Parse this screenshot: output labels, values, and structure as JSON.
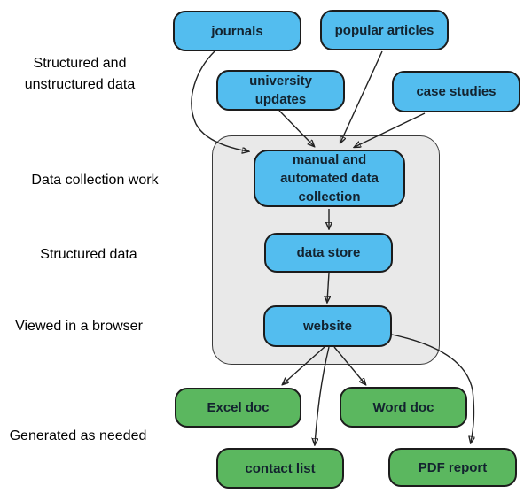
{
  "colors": {
    "node_blue": "#53bdef",
    "node_green": "#5bb75f",
    "container_gray": "#e9e9e9",
    "stroke": "#222222",
    "text_dark": "#13232f"
  },
  "side_labels": {
    "structured_unstructured": "Structured and unstructured data",
    "data_collection_work": "Data collection work",
    "structured_data": "Structured data",
    "viewed_in_browser": "Viewed in a browser",
    "generated_as_needed": "Generated as needed"
  },
  "nodes": {
    "journals": {
      "label": "journals",
      "color": "blue"
    },
    "popular_articles": {
      "label": "popular articles",
      "color": "blue"
    },
    "university_updates": {
      "label": "university\nupdates",
      "color": "blue"
    },
    "case_studies": {
      "label": "case studies",
      "color": "blue"
    },
    "collection": {
      "label": "manual and\nautomated data\ncollection",
      "color": "blue"
    },
    "data_store": {
      "label": "data store",
      "color": "blue"
    },
    "website": {
      "label": "website",
      "color": "blue"
    },
    "excel_doc": {
      "label": "Excel doc",
      "color": "green"
    },
    "word_doc": {
      "label": "Word doc",
      "color": "green"
    },
    "contact_list": {
      "label": "contact list",
      "color": "green"
    },
    "pdf_report": {
      "label": "PDF report",
      "color": "green"
    }
  },
  "edges": [
    {
      "from": "journals",
      "to": "collection"
    },
    {
      "from": "university_updates",
      "to": "collection"
    },
    {
      "from": "popular_articles",
      "to": "collection"
    },
    {
      "from": "case_studies",
      "to": "collection"
    },
    {
      "from": "collection",
      "to": "data_store"
    },
    {
      "from": "data_store",
      "to": "website"
    },
    {
      "from": "website",
      "to": "excel_doc"
    },
    {
      "from": "website",
      "to": "contact_list"
    },
    {
      "from": "website",
      "to": "word_doc"
    },
    {
      "from": "website",
      "to": "pdf_report"
    }
  ]
}
